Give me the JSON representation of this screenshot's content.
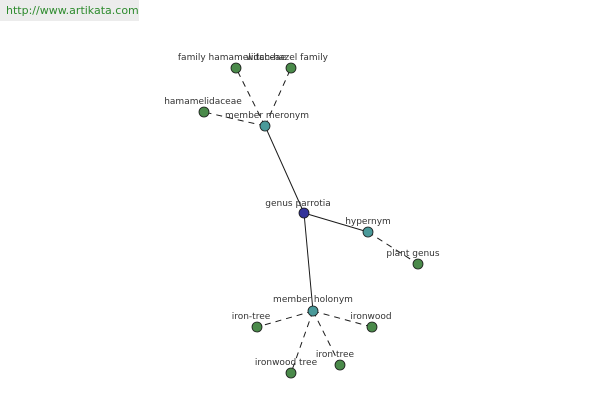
{
  "banner": {
    "url": "http://www.artikata.com"
  },
  "colors": {
    "root": "#33339a",
    "relation": "#4a9a9a",
    "term": "#4a8a4a",
    "stroke": "#1a1a1a",
    "label": "#333333",
    "banner_bg": "#ececec",
    "banner_text": "#2e8b2e"
  },
  "graph": {
    "nodes": [
      {
        "id": "genus-parrotia",
        "label": "genus parrotia",
        "kind": "root"
      },
      {
        "id": "member-meronym",
        "label": "member meronym",
        "kind": "relation"
      },
      {
        "id": "hypernym",
        "label": "hypernym",
        "kind": "relation"
      },
      {
        "id": "member-holonym",
        "label": "member holonym",
        "kind": "relation"
      },
      {
        "id": "family-hamamelidaceae",
        "label": "family hamamelidaceae",
        "kind": "term"
      },
      {
        "id": "witch-hazel-family",
        "label": "witch-hazel family",
        "kind": "term"
      },
      {
        "id": "hamamelidaceae",
        "label": "hamamelidaceae",
        "kind": "term"
      },
      {
        "id": "plant-genus",
        "label": "plant genus",
        "kind": "term"
      },
      {
        "id": "iron-tree-hyphen",
        "label": "iron-tree",
        "kind": "term"
      },
      {
        "id": "ironwood",
        "label": "ironwood",
        "kind": "term"
      },
      {
        "id": "ironwood-tree",
        "label": "ironwood tree",
        "kind": "term"
      },
      {
        "id": "iron-tree",
        "label": "iron tree",
        "kind": "term"
      }
    ],
    "edges": [
      {
        "from": "genus-parrotia",
        "to": "member-meronym",
        "style": "solid"
      },
      {
        "from": "genus-parrotia",
        "to": "hypernym",
        "style": "solid"
      },
      {
        "from": "genus-parrotia",
        "to": "member-holonym",
        "style": "solid"
      },
      {
        "from": "member-meronym",
        "to": "family-hamamelidaceae",
        "style": "dashed"
      },
      {
        "from": "member-meronym",
        "to": "witch-hazel-family",
        "style": "dashed"
      },
      {
        "from": "member-meronym",
        "to": "hamamelidaceae",
        "style": "dashed"
      },
      {
        "from": "hypernym",
        "to": "plant-genus",
        "style": "dashed"
      },
      {
        "from": "member-holonym",
        "to": "iron-tree-hyphen",
        "style": "dashed"
      },
      {
        "from": "member-holonym",
        "to": "ironwood",
        "style": "dashed"
      },
      {
        "from": "member-holonym",
        "to": "ironwood-tree",
        "style": "dashed"
      },
      {
        "from": "member-holonym",
        "to": "iron-tree",
        "style": "dashed"
      }
    ]
  }
}
